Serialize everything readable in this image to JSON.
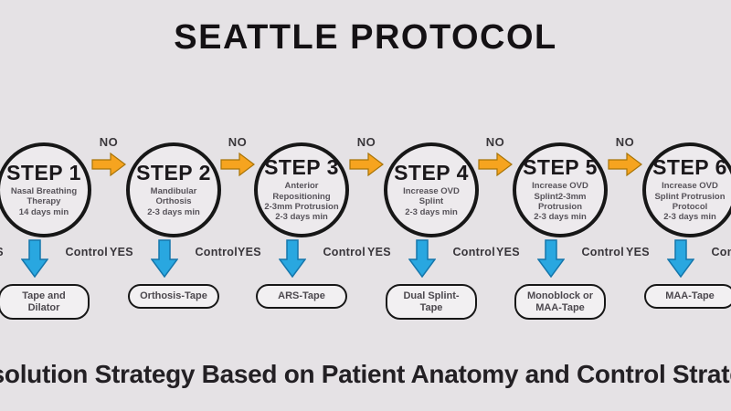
{
  "title": "SEATTLE PROTOCOL",
  "footer": "Resolution Strategy Based on Patient Anatomy and Control Strategy",
  "labels": {
    "no": "NO",
    "yes": "YES",
    "control": "Control"
  },
  "colors": {
    "background": "#e5e2e5",
    "arrow_orange": "#f6a41f",
    "arrow_blue": "#29a7e0",
    "outline_black": "#171717"
  },
  "steps": [
    {
      "title": "STEP 1",
      "desc": "Nasal Breathing\nTherapy\n14 days min",
      "outcome": "Tape and Dilator"
    },
    {
      "title": "STEP 2",
      "desc": "Mandibular\nOrthosis\n2-3 days min",
      "outcome": "Orthosis-Tape"
    },
    {
      "title": "STEP 3",
      "desc": "Anterior\nRepositioning\n2-3mm Protrusion\n2-3 days min",
      "outcome": "ARS-Tape"
    },
    {
      "title": "STEP 4",
      "desc": "Increase OVD\nSplint\n2-3 days min",
      "outcome": "Dual Splint-Tape"
    },
    {
      "title": "STEP 5",
      "desc": "Increase OVD\nSplint2-3mm\nProtrusion\n2-3 days min",
      "outcome": "Monoblock or\nMAA-Tape"
    },
    {
      "title": "STEP 6",
      "desc": "Increase OVD\nSplint Protrusion\nProtocol\n2-3 days min",
      "outcome": "MAA-Tape"
    }
  ]
}
